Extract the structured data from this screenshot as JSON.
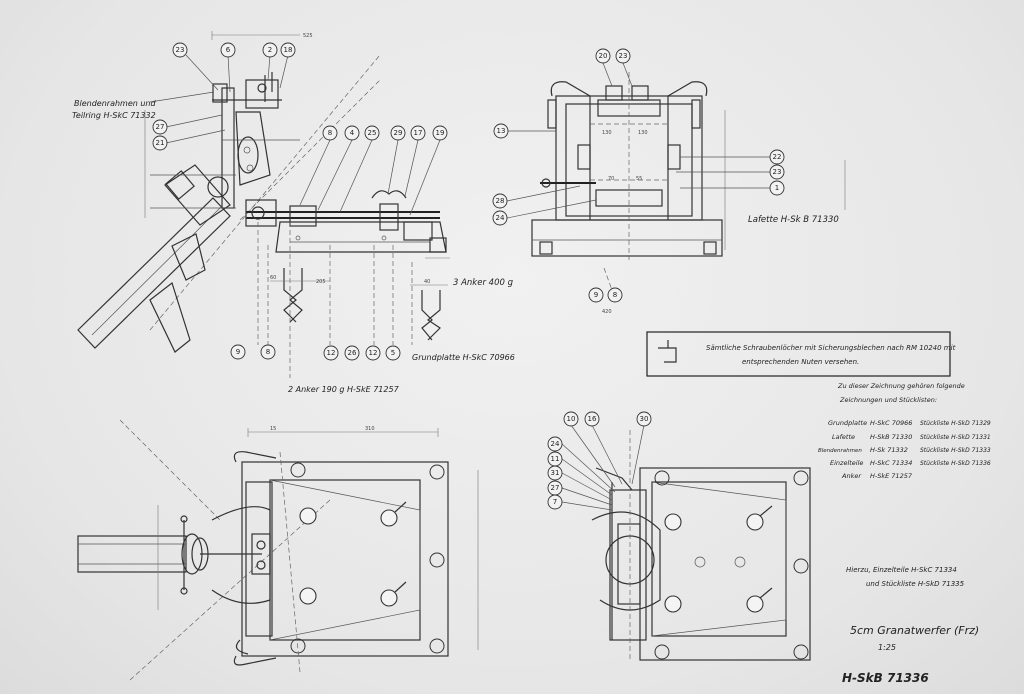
{
  "callouts": {
    "side_view": [
      "23",
      "6",
      "2",
      "18",
      "27",
      "21",
      "8",
      "4",
      "25",
      "29",
      "17",
      "19",
      "9",
      "8",
      "12",
      "26",
      "12",
      "5"
    ],
    "front_view": [
      "20",
      "23",
      "13",
      "22",
      "23",
      "1",
      "28",
      "24",
      "9",
      "8"
    ],
    "plan_view_right": [
      "10",
      "16",
      "30",
      "24",
      "11",
      "31",
      "27",
      "7"
    ]
  },
  "labels": {
    "blendenrahmen": [
      "Blendenrahmen und",
      "Teilring H-SkC 71332"
    ],
    "lafette": "Lafette H-Sk B 71330",
    "anker_3": "3 Anker 400 g",
    "grundplatte": "Grundplatte H-SkC 70966",
    "anker_2": "2 Anker 190 g  H-SkE 71257"
  },
  "note_box": {
    "line1": "Sämtliche Schraubenlöcher mit Sicherungsblechen nach RM 10240 mit",
    "line2": "entsprechenden Nuten versehen."
  },
  "parts_list": {
    "header1": "Zu dieser Zeichnung gehören folgende",
    "header2": "Zeichnungen und Stücklisten:",
    "rows": [
      {
        "name": "Grundplatte",
        "drawing": "H-SkC 70966",
        "list": "Stückliste H-SkD 71329"
      },
      {
        "name": "Lafette",
        "drawing": "H-SkB 71330",
        "list": "Stückliste H-SkD 71331"
      },
      {
        "name": "Blendenrahmen",
        "drawing": "H-Sk 71332",
        "list": "Stückliste H-SkD 71333"
      },
      {
        "name": "Einzelteile",
        "drawing": "H-SkC 71334",
        "list": "Stückliste H-SkD 71336"
      },
      {
        "name": "Anker",
        "drawing": "H-SkE 71257",
        "list": ""
      }
    ]
  },
  "hierzu": {
    "line1": "Hierzu, Einzelteile H-SkC 71334",
    "line2": "und Stückliste H-SkD 71335"
  },
  "title_block": {
    "title": "5cm Granatwerfer (Frz)",
    "scale": "1:25",
    "number": "H-SkB 71336"
  },
  "dimensions": {
    "top_width": "525",
    "dim_60": "60",
    "dim_205": "205",
    "dim_40": "40",
    "dim_420": "420",
    "dim_130a": "130",
    "dim_130b": "130",
    "dim_70": "70",
    "dim_55": "55",
    "dim_15": "15",
    "dim_310": "310"
  }
}
